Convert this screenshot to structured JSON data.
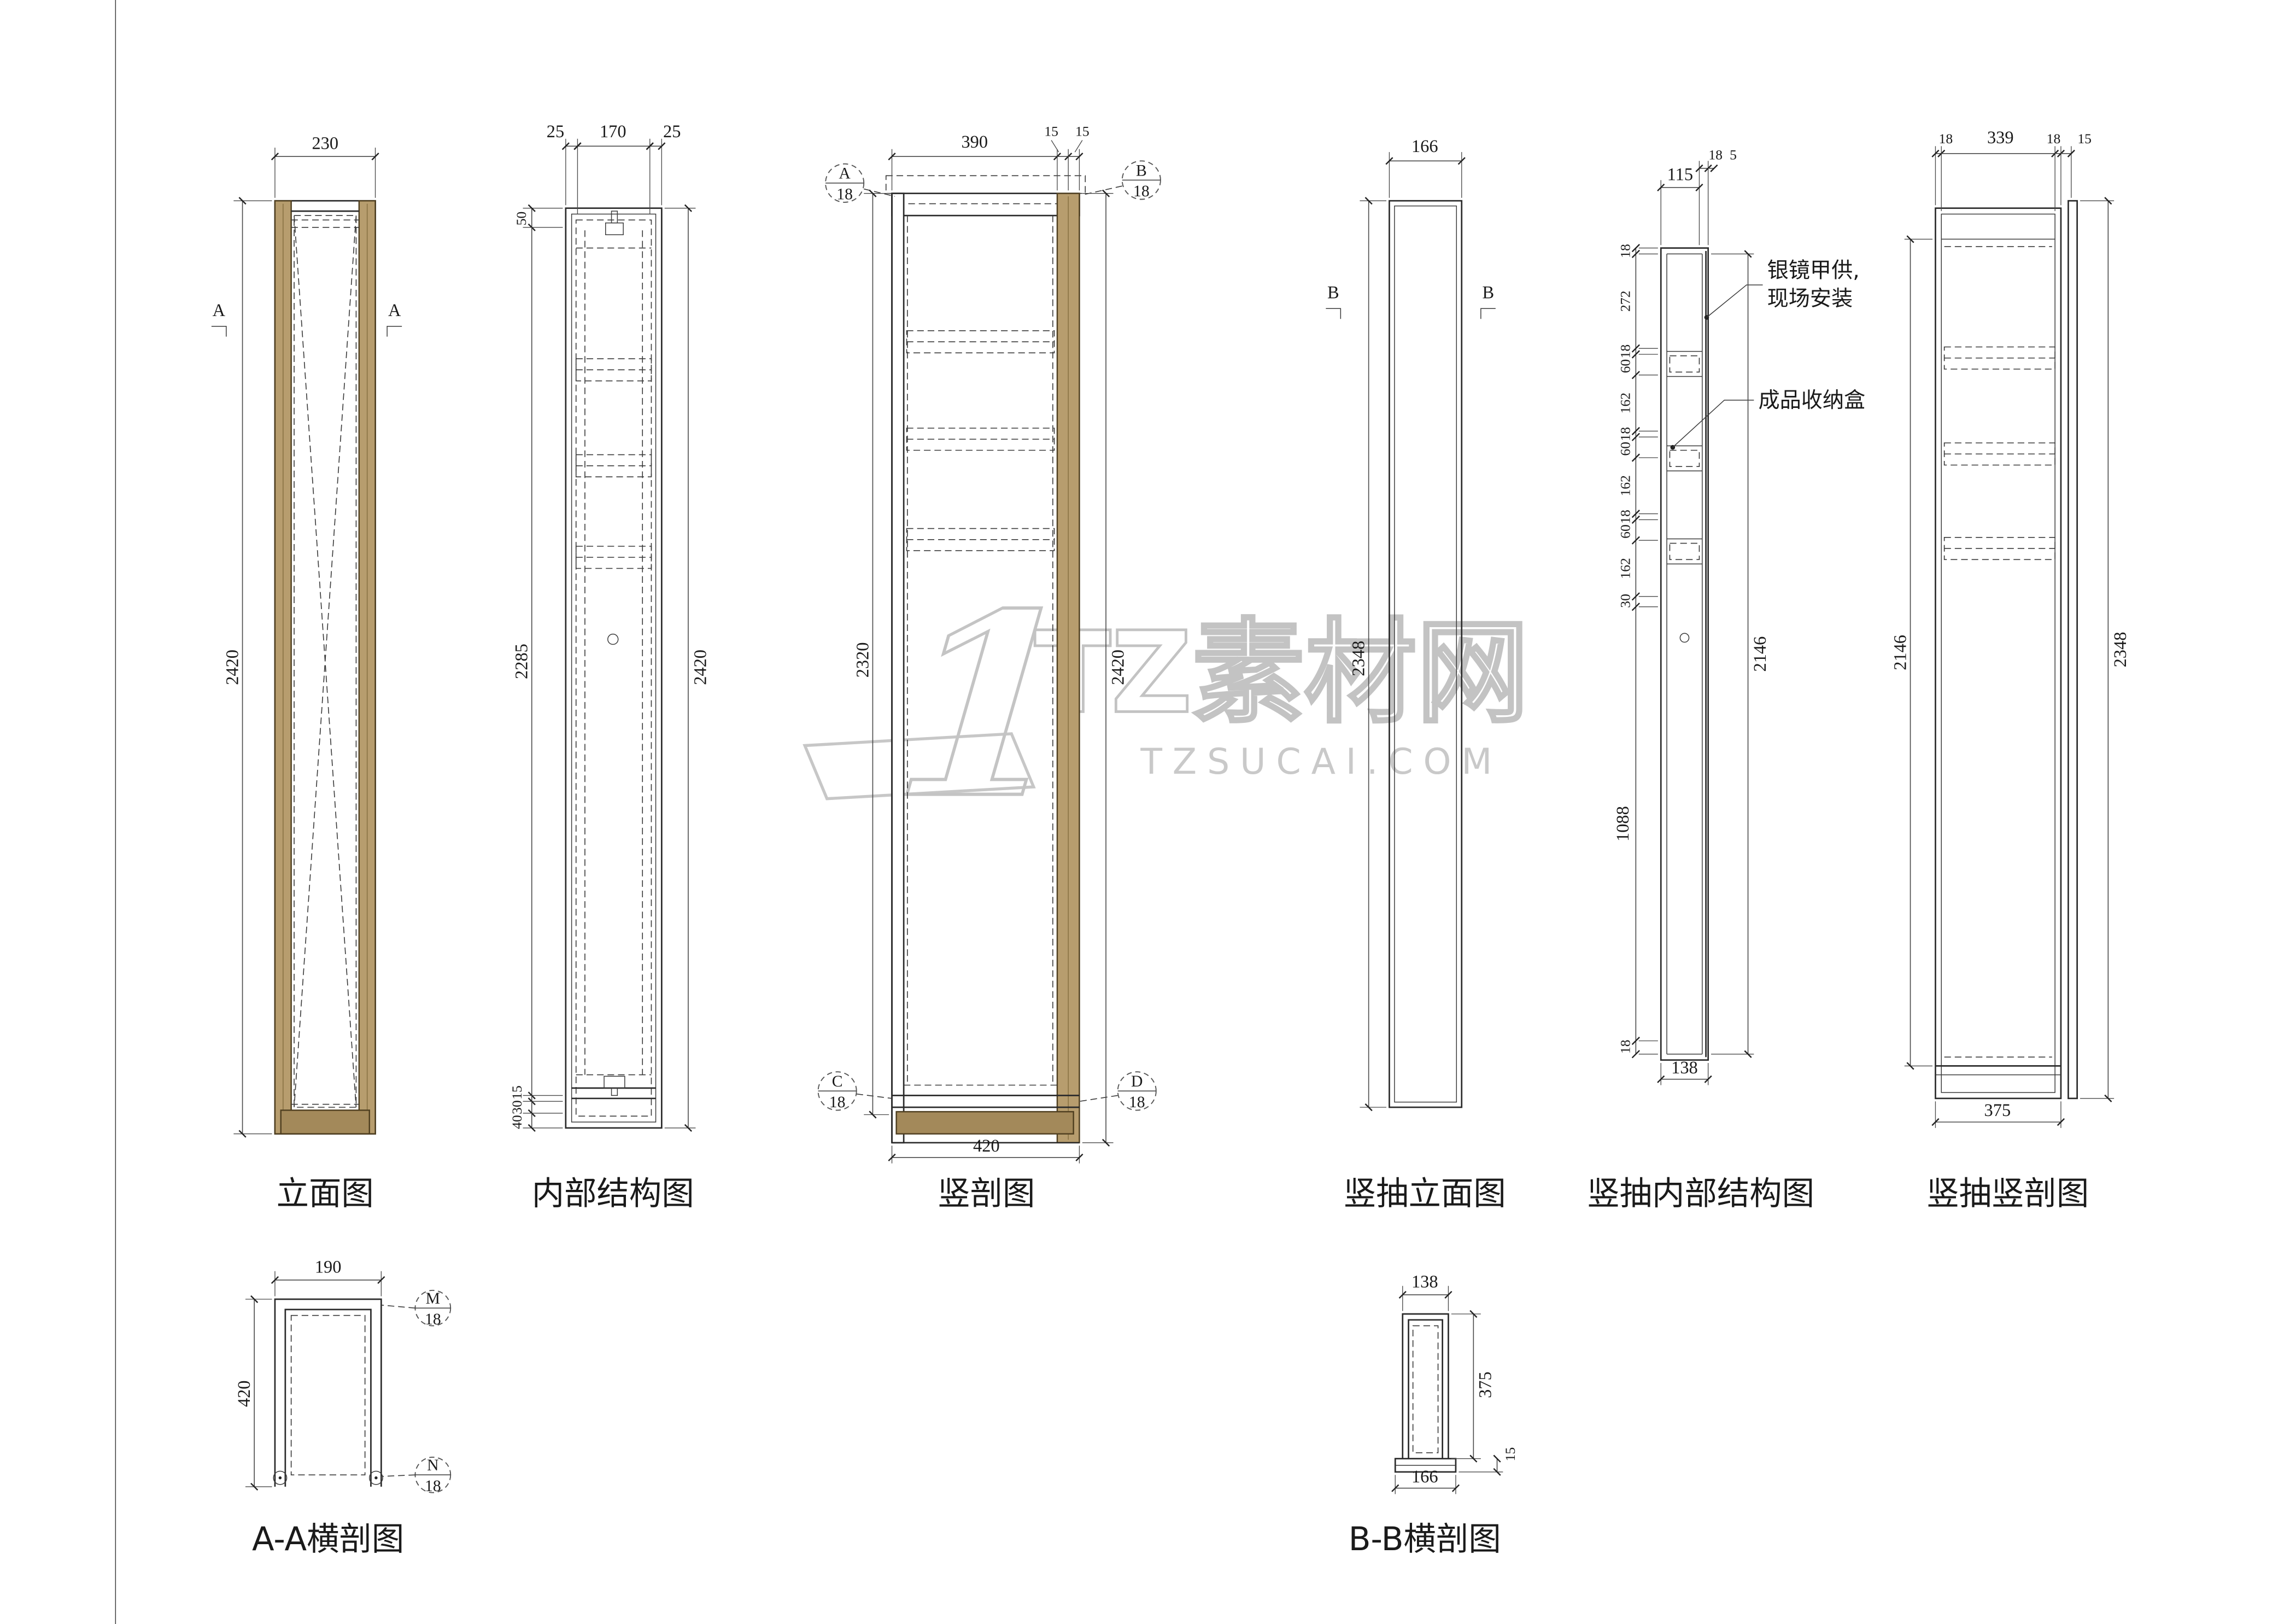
{
  "colors": {
    "wood": "#b79d6e",
    "wood_dark": "#a3895a",
    "watermark_gray": "#c7c7c7",
    "line": "#2b2b2b"
  },
  "watermark": {
    "brand": "TZ素材网",
    "domain": "TZSUCAI.COM",
    "logo_glyph": "1"
  },
  "views": {
    "elevation": {
      "title": "立面图",
      "marker_left": "A",
      "marker_right": "A",
      "dim_width": "230",
      "dim_height": "2420"
    },
    "internal": {
      "title": "内部结构图",
      "dim_top_left": "25",
      "dim_top_mid": "170",
      "dim_top_right": "25",
      "dim_left_top": "50",
      "dim_left_main": "2285",
      "dim_bot_1": "15",
      "dim_bot_2": "30",
      "dim_bot_3": "40",
      "dim_right": "2420"
    },
    "vsection": {
      "title": "竖剖图",
      "dim_top": "390",
      "dim_top_15a": "15",
      "dim_top_15b": "15",
      "dim_left": "2320",
      "dim_right": "2420",
      "dim_bottom": "420",
      "marker_tl": "A",
      "marker_tl_num": "18",
      "marker_tr": "B",
      "marker_tr_num": "18",
      "marker_bl": "C",
      "marker_bl_num": "18",
      "marker_br": "D",
      "marker_br_num": "18"
    },
    "drawer_elevation": {
      "title": "竖抽立面图",
      "dim_top": "166",
      "dim_left": "2348",
      "marker_left": "B",
      "marker_right": "B"
    },
    "drawer_internal": {
      "title": "竖抽内部结构图",
      "dim_top_115": "115",
      "dim_top_18": "18",
      "dim_top_5": "5",
      "left_dims": [
        "18",
        "272",
        "18",
        "60",
        "162",
        "18",
        "60",
        "162",
        "18",
        "60",
        "162",
        "30",
        "1088",
        "18"
      ],
      "dim_right": "2146",
      "dim_bottom": "138",
      "note_mirror_1": "银镜甲供,",
      "note_mirror_2": "现场安装",
      "note_box": "成品收纳盒"
    },
    "drawer_section": {
      "title": "竖抽竖剖图",
      "dim_top_18a": "18",
      "dim_top_339": "339",
      "dim_top_18b": "18",
      "dim_top_15": "15",
      "dim_left": "2146",
      "dim_right": "2348",
      "dim_bottom": "375"
    },
    "aa_section": {
      "title": "A-A横剖图",
      "dim_top": "190",
      "dim_left": "420",
      "marker_m": "M",
      "marker_m_num": "18",
      "marker_n": "N",
      "marker_n_num": "18"
    },
    "bb_section": {
      "title": "B-B横剖图",
      "dim_top": "138",
      "dim_right": "375",
      "dim_right_15": "15",
      "dim_bottom": "166"
    }
  }
}
